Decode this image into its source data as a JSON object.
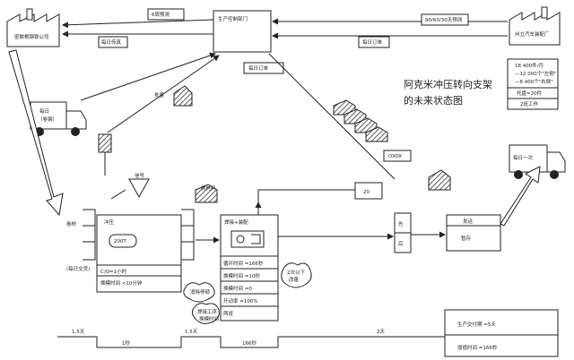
{
  "title": {
    "line1": "阿克米冲压转向支架",
    "line2": "的未来状态图"
  },
  "supplier": {
    "name": "密歇根钢铁公司"
  },
  "customer": {
    "name": "州立汽车装配厂"
  },
  "control": {
    "name": "生产控制部门",
    "forecast_to_supplier": "6周预测",
    "order_to_supplier": "每日传真",
    "forecast_from_customer": "90/60/30天预测",
    "order_from_customer": "每日订单",
    "daily_schedule": "每日订单"
  },
  "inbound_truck": {
    "label1": "每日",
    "label2": "（卷钢）"
  },
  "outbound_truck": {
    "label": "每日一次"
  },
  "customer_req": {
    "line1": "18 400件/月",
    "line2": "—12 000个\"左侧\"",
    "line3": "—6 400个\"右侧\"",
    "line4": "托盘=20件",
    "line5": "2班工作"
  },
  "kanban_batch": "批量",
  "oxox": "OXOX",
  "stock_labels": {
    "coils": "卷材",
    "coils_days": "(每日交货)",
    "supermarket_top": "20"
  },
  "stamping": {
    "title": "冲压",
    "inner": "200T",
    "co": "C/O=1小时",
    "epe": "换模时间 <10分钟"
  },
  "weld": {
    "title": "焊接+装配",
    "inner": "",
    "ct": "循环时间 =166秒",
    "co": "换模时间 =10秒",
    "changeover": "换模时间 =0",
    "uptime": "开动率 =100%",
    "shift": "两班"
  },
  "shipping": {
    "title": "发运",
    "inner": "暂存"
  },
  "kaizen": {
    "k1": "消除停顿",
    "k2": "焊接工序",
    "k3": "2次以下",
    "k4": "改善",
    "k5": "换模时间"
  },
  "fifo_labels": {
    "left": "先",
    "right": "后"
  },
  "timeline": {
    "lead_days": [
      "1.5天",
      "1.5天",
      "2天"
    ],
    "process_times": [
      "1秒",
      "166秒"
    ],
    "summary1": "生产交付期 =5天",
    "summary2": "增值时间 =166秒"
  },
  "signal_label": "信号",
  "push_label": "原材料"
}
